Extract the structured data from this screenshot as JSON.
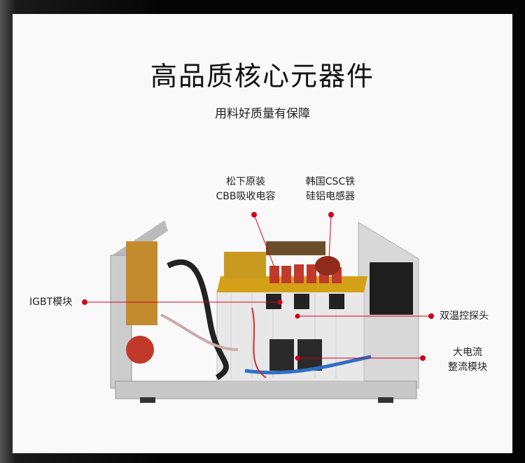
{
  "title": "高品质核心元器件",
  "subtitle": "用料好质量有保障",
  "callouts": {
    "capacitor": {
      "line1": "松下原装",
      "line2": "CBB吸收电容"
    },
    "inductor": {
      "line1": "韩国CSC铁",
      "line2": "硅铝电感器"
    },
    "igbt": {
      "text": "IGBT模块"
    },
    "sensor": {
      "text": "双温控探头"
    },
    "rectifier": {
      "line1": "大电流",
      "line2": "整流模块"
    }
  },
  "colors": {
    "accent": "#d0021b"
  }
}
